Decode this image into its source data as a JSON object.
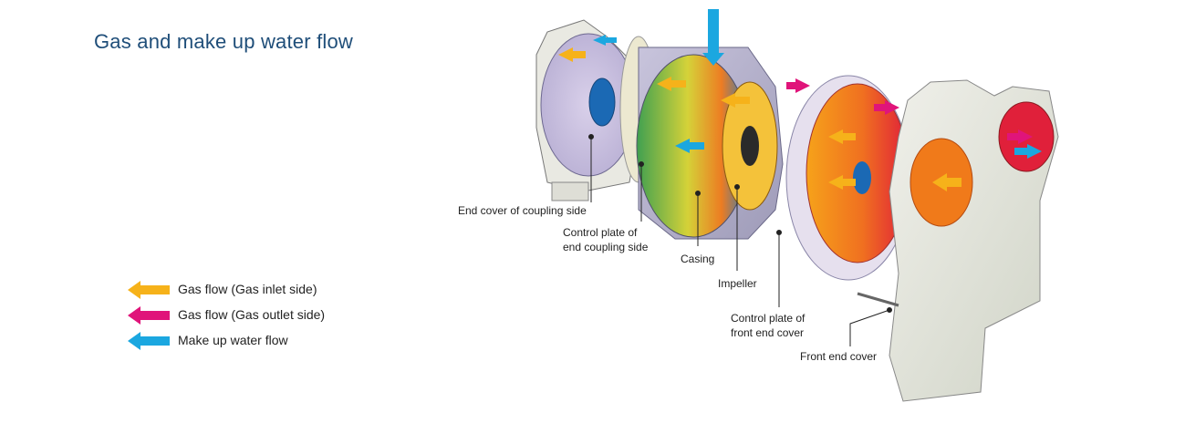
{
  "title": "Gas and make up water flow",
  "colors": {
    "gas_inlet": "#f6b21a",
    "gas_outlet": "#e0147a",
    "make_up_water": "#1ba7e0",
    "title": "#1f4e79"
  },
  "legend": [
    {
      "label": "Gas flow (Gas inlet side)",
      "color": "#f6b21a",
      "icon": "left-arrow-icon"
    },
    {
      "label": "Gas flow (Gas outlet side)",
      "color": "#e0147a",
      "icon": "left-arrow-icon"
    },
    {
      "label": "Make up water flow",
      "color": "#1ba7e0",
      "icon": "left-arrow-icon"
    }
  ],
  "callouts": {
    "end_cover_coupling": "End cover of coupling side",
    "control_plate_end_coupling_1": "Control plate of",
    "control_plate_end_coupling_2": "end coupling side",
    "casing": "Casing",
    "impeller": "Impeller",
    "control_plate_front_1": "Control plate of",
    "control_plate_front_2": "front end cover",
    "front_end_cover": "Front end cover"
  }
}
